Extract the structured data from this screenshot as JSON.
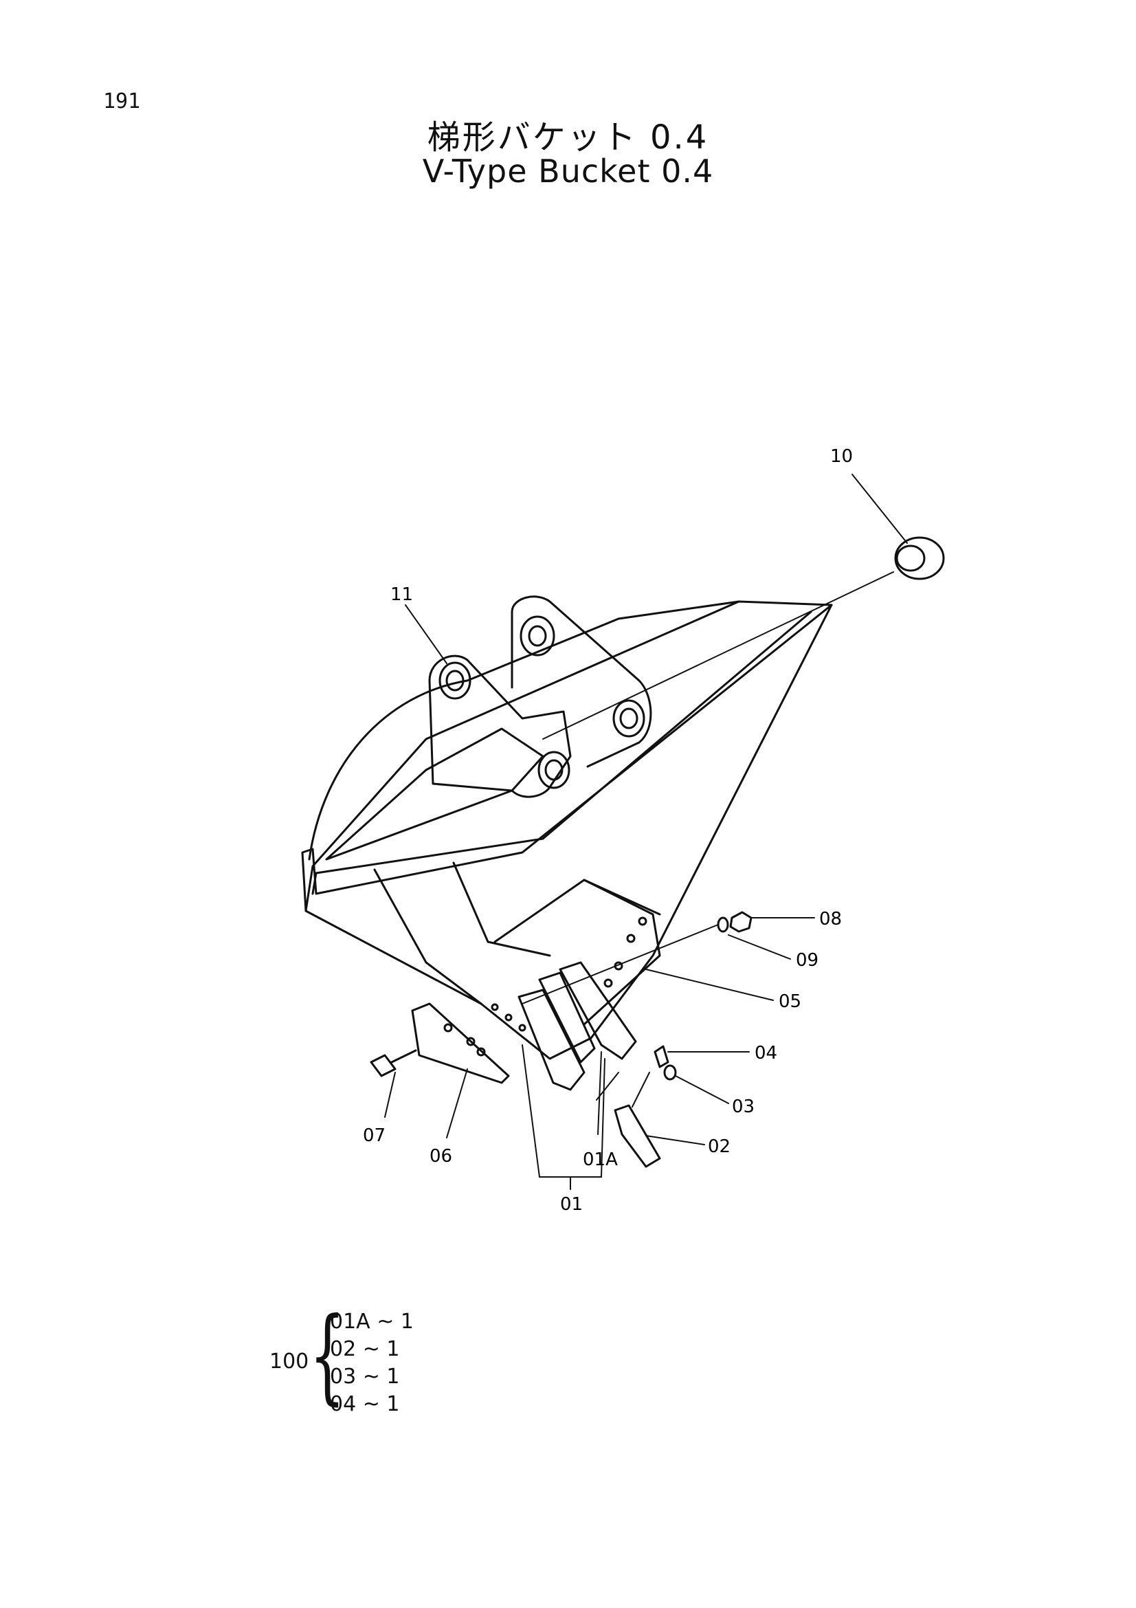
{
  "page_number": "191",
  "title_jp": "梯形バケット 0.4",
  "title_en": "V-Type Bucket 0.4",
  "callouts": {
    "c10": "10",
    "c11": "11",
    "c08": "08",
    "c09": "09",
    "c05": "05",
    "c04": "04",
    "c03": "03",
    "c02": "02",
    "c07": "07",
    "c06": "06",
    "c01A": "01A",
    "c01": "01"
  },
  "kit": {
    "number": "100",
    "items": [
      "01A ~ 1",
      "02 ~ 1",
      "03 ~ 1",
      "04 ~ 1"
    ]
  }
}
